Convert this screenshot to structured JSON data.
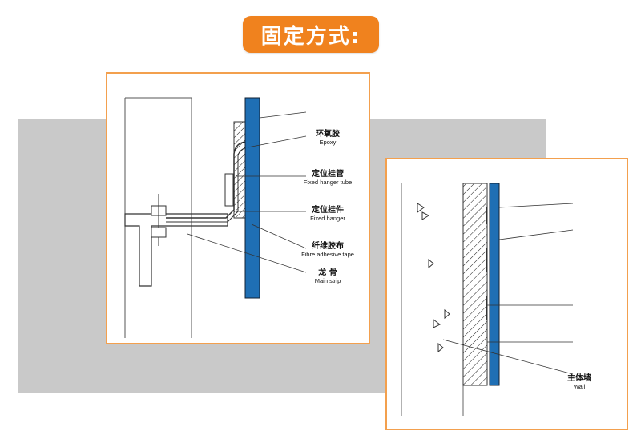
{
  "title": "固定方式:",
  "colors": {
    "accent": "#f0821e",
    "panel_border": "#f3a04e",
    "panel_blue": "#1f6fb4",
    "background_band": "#c9c9c9"
  },
  "left_diagram": {
    "labels": [
      {
        "zh": "环氧胶",
        "en": "Epoxy"
      },
      {
        "zh": "定位挂管",
        "en": "Fixed hanger tube"
      },
      {
        "zh": "定位挂件",
        "en": "Fixed hanger"
      },
      {
        "zh": "纤维胶布",
        "en": "Fibre adhesive tape"
      },
      {
        "zh": "龙 骨",
        "en": "Main strip"
      }
    ]
  },
  "right_diagram": {
    "labels": [
      {
        "zh": "主体墙",
        "en": "Wall"
      }
    ]
  }
}
